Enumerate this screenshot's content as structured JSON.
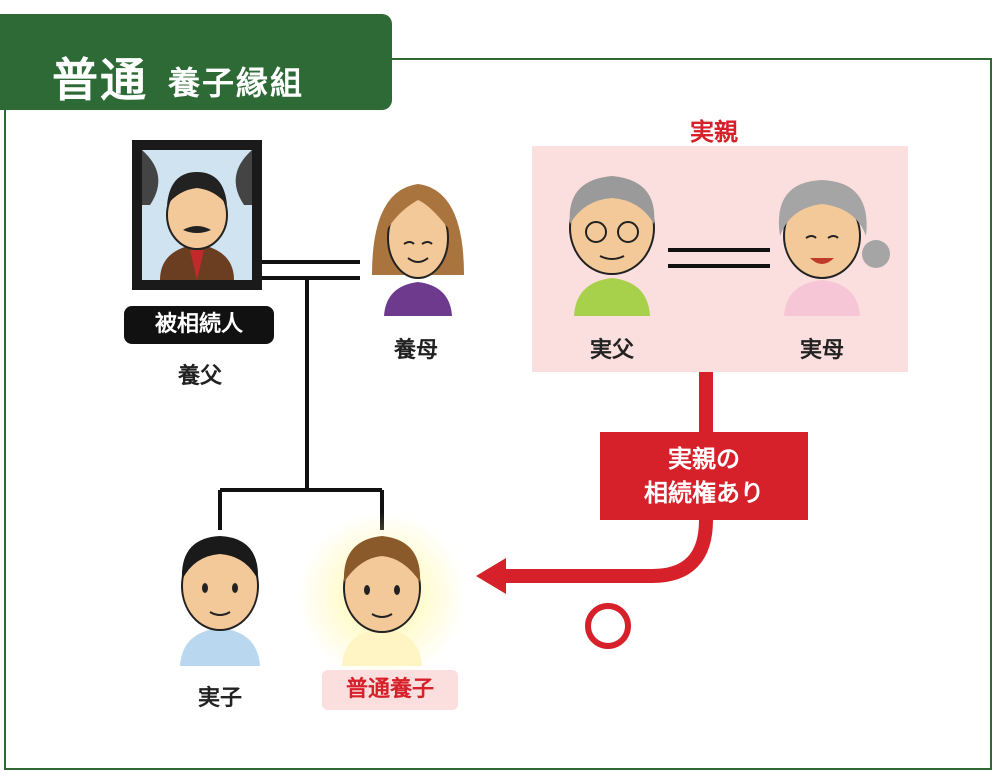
{
  "title": {
    "main": "普通",
    "sub": "養子縁組"
  },
  "people": {
    "adoptive_father_badge": "被相続人",
    "adoptive_father": "養父",
    "adoptive_mother": "養母",
    "bio_father": "実父",
    "bio_mother": "実母",
    "real_child": "実子",
    "adopted_child": "普通養子"
  },
  "bio_parents_title": "実親",
  "inheritance_box": {
    "line1": "実親の",
    "line2": "相続権あり"
  },
  "colors": {
    "green": "#2d6a35",
    "red": "#d6202a",
    "pink": "#fbdede"
  },
  "icons": [
    "portrait-frame-icon",
    "circle-yes-icon",
    "arrow-left-icon"
  ]
}
